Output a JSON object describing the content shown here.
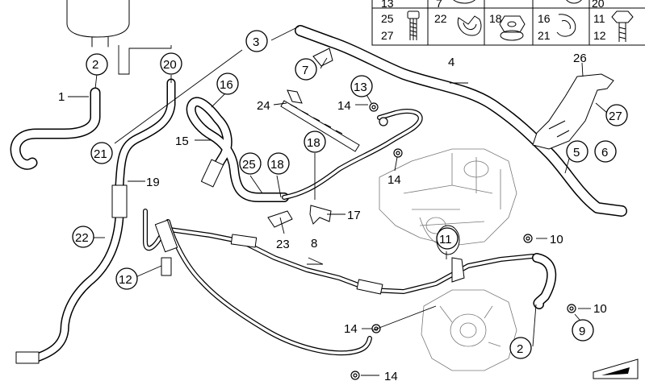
{
  "diagram": {
    "callouts": [
      "2",
      "20",
      "3",
      "7",
      "4",
      "26",
      "16",
      "13",
      "24",
      "14",
      "15",
      "18",
      "25",
      "21",
      "19",
      "22",
      "12",
      "23",
      "8",
      "17",
      "11",
      "10",
      "9",
      "27",
      "5",
      "6",
      "1"
    ],
    "callouts_extra": [
      "14",
      "14",
      "14",
      "10",
      "2"
    ],
    "parts_table": {
      "rows": [
        {
          "cells": [
            "13",
            "7",
            "",
            "",
            "",
            "20"
          ]
        },
        {
          "cells": [
            "25",
            "22",
            "18",
            "16",
            "11"
          ]
        },
        {
          "cells": [
            "27",
            "",
            "",
            "21",
            "12"
          ]
        }
      ]
    }
  }
}
